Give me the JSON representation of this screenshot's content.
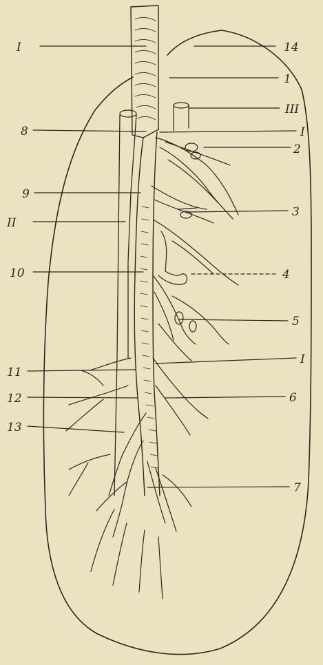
{
  "figure": {
    "background": "#ece2c2",
    "ink": "#2b2620",
    "labels_left": [
      {
        "id": "I-top",
        "text": "I"
      },
      {
        "id": "8",
        "text": "8"
      },
      {
        "id": "9",
        "text": "9"
      },
      {
        "id": "II",
        "text": "II"
      },
      {
        "id": "10",
        "text": "10"
      },
      {
        "id": "11",
        "text": "11"
      },
      {
        "id": "12",
        "text": "12"
      },
      {
        "id": "13",
        "text": "13"
      }
    ],
    "labels_right": [
      {
        "id": "14",
        "text": "14"
      },
      {
        "id": "1",
        "text": "1"
      },
      {
        "id": "III",
        "text": "III"
      },
      {
        "id": "I-a",
        "text": "I"
      },
      {
        "id": "2",
        "text": "2"
      },
      {
        "id": "3",
        "text": "3"
      },
      {
        "id": "4",
        "text": "4"
      },
      {
        "id": "5",
        "text": "5"
      },
      {
        "id": "I-b",
        "text": "I"
      },
      {
        "id": "6",
        "text": "6"
      },
      {
        "id": "7",
        "text": "7"
      }
    ]
  }
}
